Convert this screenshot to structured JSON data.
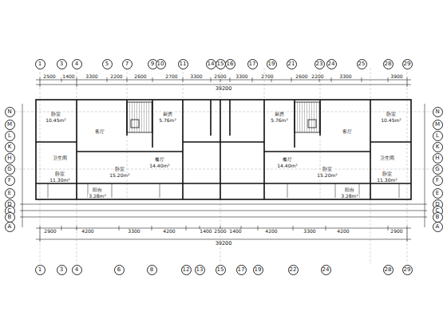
{
  "diagram": {
    "nodes": [
      {
        "text": [
          "1"
        ]
      },
      {
        "text": [
          "3"
        ]
      },
      {
        "text": [
          "4"
        ]
      },
      {
        "text": [
          "5"
        ]
      },
      {
        "text": [
          "7"
        ]
      },
      {
        "text": [
          "9"
        ]
      },
      {
        "text": [
          "10"
        ]
      },
      {
        "text": [
          "11"
        ]
      },
      {
        "text": [
          "14"
        ]
      },
      {
        "text": [
          "15"
        ]
      },
      {
        "text": [
          "16"
        ]
      },
      {
        "text": [
          "17"
        ]
      },
      {
        "text": [
          "19"
        ]
      },
      {
        "text": [
          "21"
        ]
      },
      {
        "text": [
          "23"
        ]
      },
      {
        "text": [
          "24"
        ]
      },
      {
        "text": [
          "25"
        ]
      },
      {
        "text": [
          "28"
        ]
      },
      {
        "text": [
          "29"
        ]
      },
      {
        "text": [
          "N"
        ]
      },
      {
        "text": [
          "N"
        ]
      },
      {
        "text": [
          "M"
        ]
      },
      {
        "text": [
          "M"
        ]
      },
      {
        "text": [
          "L"
        ]
      },
      {
        "text": [
          "L"
        ]
      },
      {
        "text": [
          "K"
        ]
      },
      {
        "text": [
          "K"
        ]
      },
      {
        "text": [
          "H"
        ]
      },
      {
        "text": [
          "H"
        ]
      },
      {
        "text": [
          "G"
        ]
      },
      {
        "text": [
          "G"
        ]
      },
      {
        "text": [
          "F"
        ]
      },
      {
        "text": [
          "F"
        ]
      },
      {
        "text": [
          "E"
        ]
      },
      {
        "text": [
          "E"
        ]
      },
      {
        "text": [
          "D"
        ]
      },
      {
        "text": [
          "D"
        ]
      },
      {
        "text": [
          "C"
        ]
      },
      {
        "text": [
          "C"
        ]
      },
      {
        "text": [
          "B"
        ]
      },
      {
        "text": [
          "B"
        ]
      },
      {
        "text": [
          "A"
        ]
      },
      {
        "text": [
          "A"
        ]
      },
      {
        "text": [
          "1"
        ]
      },
      {
        "text": [
          "3"
        ]
      },
      {
        "text": [
          "4"
        ]
      },
      {
        "text": [
          "6"
        ]
      },
      {
        "text": [
          "8"
        ]
      },
      {
        "text": [
          "12"
        ]
      },
      {
        "text": [
          "13"
        ]
      },
      {
        "text": [
          "15"
        ]
      },
      {
        "text": [
          "17"
        ]
      },
      {
        "text": [
          "19"
        ]
      },
      {
        "text": [
          "22"
        ]
      },
      {
        "text": [
          "24"
        ]
      },
      {
        "text": [
          "28"
        ]
      },
      {
        "text": [
          "29"
        ]
      }
    ],
    "labels": [
      "2500",
      "1400",
      "3300",
      "2200",
      "2600",
      "2700",
      "3300",
      "2500",
      "3300",
      "2700",
      "2600",
      "2200",
      "3300",
      "3900",
      "39200",
      "2900",
      "4200",
      "3300",
      "4200",
      "1400",
      "2500",
      "1400",
      "4200",
      "3300",
      "4200",
      "2900",
      "39200",
      "卧室",
      "10.45m²",
      "客厅",
      "厨房",
      "5.76m²",
      "卫生间",
      "卧室",
      "15.20m²",
      "卧室",
      "11.30m²",
      "阳台",
      "3.28m²",
      "餐厅",
      "14.40m²",
      "卧室",
      "10.45m²",
      "客厅",
      "厨房",
      "5.76m²",
      "卫生间",
      "卧室",
      "15.20m²",
      "卧室",
      "11.30m²",
      "阳台",
      "3.28m²",
      "餐厅",
      "14.40m²"
    ]
  }
}
